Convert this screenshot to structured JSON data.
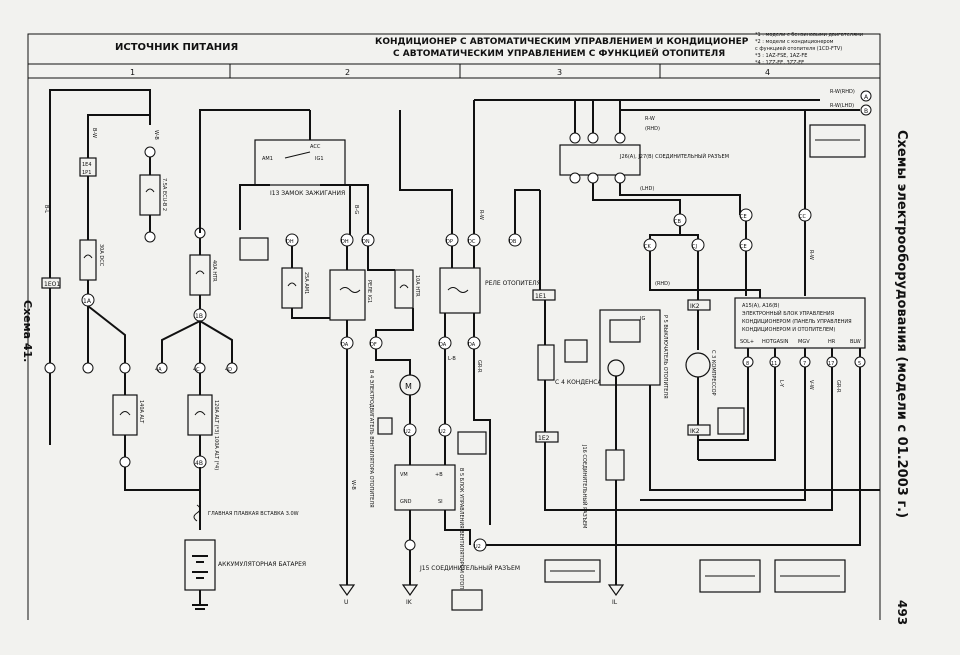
{
  "header": {
    "left_title": "ИСТОЧНИК ПИТАНИЯ",
    "center_title_1": "КОНДИЦИОНЕР С АВТОМАТИЧЕСКИМ УПРАВЛЕНИЕМ И КОНДИЦИОНЕР",
    "center_title_2": "С АВТОМАТИЧЕСКИМ УПРАВЛЕНИЕМ С ФУНКЦИЕЙ ОТОПИТЕЛЯ",
    "notes": [
      "*1 : модели с бензиновыми двигателями",
      "*2 : модели с кондиционером",
      "с функцией отопителя (1CD-FTV)",
      "*3 : 1AZ-FSE, 1AZ-FE",
      "*4 : 1ZZ-FE, 3ZZ-FE"
    ],
    "columns": [
      "1",
      "2",
      "3",
      "4"
    ]
  },
  "side": {
    "right_title": "Схемы электрооборудования (модели с 01.2003 г.)",
    "left_label": "Схема 41.",
    "page_number": "493"
  },
  "components": {
    "fuse_dcc": "30A DCC",
    "fuse_ecu": "7.5A ECU-B 2",
    "fuse_htr": "40A HTR",
    "fuse_alt": "140A ALT",
    "fuse_alt2": "120A ALT (*3) 100A ALT (*4)",
    "fuse_am1": "25A AM1",
    "fuse_htr2": "10A HTR",
    "ignition_switch": "I13 ЗАМОК ЗАЖИГАНИЯ",
    "relay_heater": "РЕЛЕ ОТОПИТЕЛЯ",
    "relay_ig1": "РЕЛЕ IG1",
    "main_fusible": "ГЛАВНАЯ ПЛАВКАЯ ВСТАВКА 3.0W",
    "battery": "АККУМУЛЯТОРНАЯ БАТАРЕЯ",
    "blower_motor": "В 4 ЭЛЕКТРОДВИГАТЕЛЬ ВЕНТИЛЯТОРА ОТОПИТЕЛЯ",
    "blower_resistor": "В 5 БЛОК УПРАВЛЕНИЯ ВЕНТИЛЯТОРОМ ОТОПИТЕЛЯ",
    "condenser": "С 4 КОНДЕНСАТОР",
    "heater_switch": "Р 5 ВЫКЛЮЧАТЕЛЬ ОТОПИТЕЛЯ",
    "compressor": "С 3 КОМПРЕССОР",
    "connector_j26": "J26(A), J27(B) СОЕДИНИТЕЛЬНЫЙ РАЗЪЕМ",
    "connector_j16": "J16 СОЕДИНИТЕЛЬНЫЙ РАЗЪЕМ",
    "connector_j15": "J15 СОЕДИНИТЕЛЬНЫЙ РАЗЪЕМ",
    "ecu_1": "А15(А), А16(В)",
    "ecu_2": "ЭЛЕКТРОННЫЙ БЛОК УПРАВЛЕНИЯ",
    "ecu_3": "КОНДИЦИОНЕРОМ (ПАНЕЛЬ УПРАВЛЕНИЯ",
    "ecu_4": "КОНДИЦИОНЕРОМ И ОТОПИТЕЛЕМ)",
    "ecu_pins": [
      "SOL+",
      "HOTGASIN",
      "MGV",
      "HR",
      "BLW"
    ],
    "ecu_ig": "IG",
    "ecu_pin_nums": [
      "8",
      "11",
      "7",
      "17",
      "5"
    ]
  },
  "labels": {
    "connectors": [
      "1E4",
      "1P1",
      "1EO1",
      "1A",
      "1B",
      "1C",
      "4A",
      "4C",
      "4D",
      "4B",
      "DH",
      "DH",
      "DN",
      "DP",
      "DC",
      "DB",
      "DA",
      "DF",
      "DA",
      "DA",
      "1E1",
      "1E2",
      "CB",
      "CK",
      "CJ",
      "CE",
      "CE",
      "CC",
      "IK2",
      "IK2",
      "U2",
      "U2",
      "U2",
      "J2"
    ],
    "wire_colors": [
      "B-W",
      "W-B",
      "B-L",
      "B-G",
      "R-W",
      "R-L",
      "L-B",
      "W-B",
      "GR-R",
      "V-W",
      "L-Y",
      "G-R",
      "R-W(RHD)",
      "R-W(LHD)"
    ],
    "grounds": [
      "U",
      "IK",
      "IL"
    ],
    "ref_letters": [
      "A",
      "B"
    ],
    "pins_blower": [
      "VM",
      "+B",
      "GND",
      "SI"
    ],
    "lhd_rhd": [
      "(LHD)",
      "(RHD)"
    ]
  }
}
